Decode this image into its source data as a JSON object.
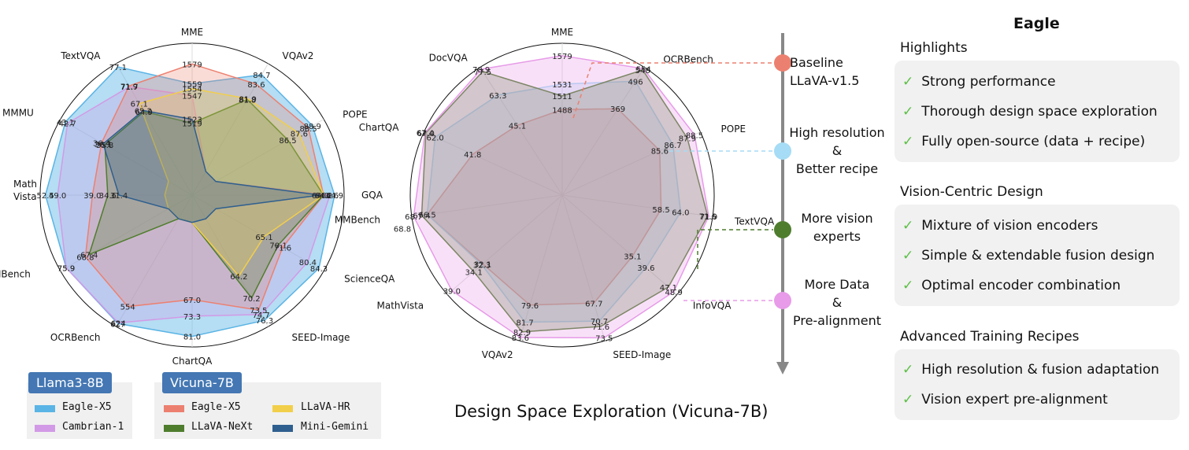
{
  "left_legend": {
    "llama_header": "Llama3-8B",
    "vicuna_header": "Vicuna-7B",
    "llama_items": [
      {
        "name": "Eagle-X5",
        "color": "#5ab4e5"
      },
      {
        "name": "Cambrian-1",
        "color": "#d29ae6"
      }
    ],
    "vicuna_items": [
      {
        "name": "Eagle-X5",
        "color": "#ec8070"
      },
      {
        "name": "LLaVA-NeXt",
        "color": "#4f7d2e"
      },
      {
        "name": "LLaVA-HR",
        "color": "#f2cf4a"
      },
      {
        "name": "Mini-Gemini",
        "color": "#2f5f8f"
      }
    ]
  },
  "design_title": "Design Space Exploration (Vicuna-7B)",
  "stages": [
    {
      "line1": "Baseline",
      "line2": "LLaVA-v1.5",
      "line3": "",
      "color": "#ec8070"
    },
    {
      "line1": "High resolution",
      "line2": "&",
      "line3": "Better recipe",
      "color": "#a6dcf5"
    },
    {
      "line1": "More vision",
      "line2": "experts",
      "line3": "",
      "color": "#4f7d2e"
    },
    {
      "line1": "More Data",
      "line2": "&",
      "line3": "Pre-alignment",
      "color": "#e79be8"
    }
  ],
  "panel": {
    "title": "Eagle",
    "sections": [
      {
        "title": "Highlights",
        "items": [
          "Strong performance",
          "Thorough design space exploration",
          "Fully open-source (data + recipe)"
        ]
      },
      {
        "title": "Vision-Centric Design",
        "items": [
          "Mixture of vision encoders",
          "Simple & extendable fusion design",
          "Optimal encoder combination"
        ]
      },
      {
        "title": "Advanced Training Recipes",
        "items": [
          "High resolution & fusion adaptation",
          "Vision expert pre-alignment"
        ]
      }
    ]
  },
  "chart_data": [
    {
      "type": "radar",
      "axes": [
        "MME",
        "VQAv2",
        "POPE",
        "GQA",
        "ScienceQA",
        "SEED-Image",
        "ChartQA",
        "OCRBench",
        "MMBench",
        "Math Vista",
        "MMMU",
        "TextVQA"
      ],
      "series": [
        {
          "name": "Eagle-X5",
          "group": "Llama3-8B",
          "color": "#5ab4e5",
          "values": [
            1559,
            84.7,
            88.9,
            64.9,
            84.3,
            76.3,
            81.0,
            627,
            75.9,
            52.5,
            43.1,
            77.1
          ],
          "labels": [
            "1559",
            "84.7",
            "88.9",
            "64.9",
            "84.3",
            "76.3",
            "81.0",
            "627",
            "75.9",
            "52.5",
            "43.1",
            "77.1"
          ]
        },
        {
          "name": "Cambrian-1",
          "group": "Llama3-8B",
          "color": "#d29ae6",
          "values": [
            1547,
            0,
            0,
            64.6,
            80.4,
            74.7,
            73.3,
            624,
            75.9,
            49.0,
            42.7,
            71.7
          ],
          "labels": [
            "1547",
            "",
            "",
            "64.6",
            "80.4",
            "74.7",
            "73.3",
            "624",
            "75.9",
            "49.0",
            "42.7",
            "71.7"
          ]
        },
        {
          "name": "Eagle-X5",
          "group": "Vicuna-7B",
          "color": "#ec8070",
          "values": [
            1579,
            83.6,
            88.5,
            64.2,
            71.6,
            73.5,
            67.0,
            554,
            68.8,
            39.0,
            36.4,
            71.9
          ],
          "labels": [
            "1579",
            "83.6",
            "88.5",
            "64.2",
            "71.6",
            "73.5",
            "67.0",
            "554",
            "68.8",
            "39.0",
            "36.4",
            "71.9"
          ]
        },
        {
          "name": "LLaVA-NeXt",
          "group": "Vicuna-7B",
          "color": "#4f7d2e",
          "values": [
            1519,
            81.8,
            86.5,
            64.2,
            70.1,
            70.2,
            0,
            0,
            67.4,
            34.6,
            35.8,
            64.9
          ],
          "labels": [
            "1519",
            "81.8",
            "86.5",
            "64.2",
            "70.1",
            "70.2",
            "",
            "",
            "67.4",
            "34.6",
            "35.8",
            "64.9"
          ]
        },
        {
          "name": "LLaVA-HR",
          "group": "Vicuna-7B",
          "color": "#f2cf4a",
          "values": [
            1554,
            81.9,
            87.6,
            64.2,
            65.1,
            64.2,
            0,
            0,
            0,
            0,
            0,
            67.1
          ],
          "labels": [
            "1554",
            "81.9",
            "87.6",
            "64.2",
            "65.1",
            "64.2",
            "",
            "",
            "",
            "",
            "",
            "67.1"
          ]
        },
        {
          "name": "Mini-Gemini",
          "group": "Vicuna-7B",
          "color": "#2f5f8f",
          "values": [
            1523,
            0,
            0,
            64.0,
            0,
            0,
            0,
            0,
            0,
            31.4,
            36.1,
            65.2
          ],
          "labels": [
            "1523",
            "",
            "",
            "64.0",
            "",
            "",
            "",
            "",
            "",
            "31.4",
            "36.1",
            "65.2"
          ]
        }
      ]
    },
    {
      "type": "radar",
      "axes": [
        "MME",
        "OCRBench",
        "POPE",
        "TextVQA",
        "InfoVQA",
        "SEED-Image",
        "VQAv2",
        "MathVista",
        "MMBench",
        "ChartQA",
        "DocVQA"
      ],
      "series": [
        {
          "name": "Baseline LLaVA-v1.5",
          "color": "#ec8070",
          "values": [
            1488,
            369,
            85.6,
            58.5,
            35.1,
            67.7,
            79.6,
            32.1,
            66.5,
            41.8,
            45.1
          ],
          "labels": [
            "1488",
            "369",
            "85.6",
            "58.5",
            "35.1",
            "67.7",
            "79.6",
            "32.1",
            "66.5",
            "41.8",
            "45.1"
          ]
        },
        {
          "name": "High resolution & Better recipe",
          "color": "#a6dcf5",
          "values": [
            1531,
            496,
            86.7,
            64.0,
            39.6,
            70.7,
            81.7,
            32.3,
            66.5,
            62.0,
            63.3
          ],
          "labels": [
            "1531",
            "496",
            "86.7",
            "64.0",
            "39.6",
            "70.7",
            "81.7",
            "32.3",
            "",
            "62.0",
            "63.3"
          ]
        },
        {
          "name": "More vision experts",
          "color": "#4f7d2e",
          "values": [
            1511,
            548,
            87.9,
            71.6,
            47.1,
            71.6,
            82.9,
            34.1,
            67.4,
            67.0,
            77.5
          ],
          "labels": [
            "1511",
            "548",
            "87.9",
            "71.6",
            "47.1",
            "71.6",
            "82.9",
            "34.1",
            "67.4",
            "67.0",
            "77.5"
          ]
        },
        {
          "name": "More Data & Pre-alignment",
          "color": "#e79be8",
          "values": [
            1579,
            554,
            88.5,
            71.9,
            48.9,
            73.5,
            83.6,
            39.0,
            68.7,
            67.4,
            78.9
          ],
          "labels": [
            "1579",
            "554",
            "88.5",
            "71.9",
            "48.9",
            "73.5",
            "83.6",
            "39.0",
            "68.7",
            "67.4",
            "78.9"
          ]
        }
      ],
      "extra_labels": [
        {
          "axis": "MMBench",
          "text": "68.8"
        }
      ]
    }
  ]
}
